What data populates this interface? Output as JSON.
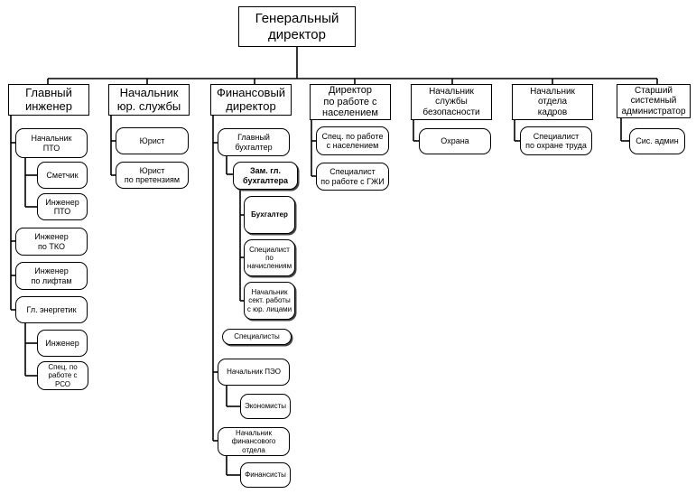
{
  "nodes": {
    "general_director": "Генеральный\nдиректор",
    "chief_engineer": "Главный\nинженер",
    "head_legal": "Начальник\nюр. службы",
    "financial_director": "Финансовый\nдиректор",
    "director_residents": "Директор\nпо работе с\nнаселением",
    "head_security": "Начальник\nслужбы\nбезопасности",
    "head_hr": "Начальник\nотдела\nкадров",
    "senior_sysadmin": "Старший\nсистемный\nадминистратор",
    "head_pto": "Начальник\nПТО",
    "estimator": "Сметчик",
    "engineer_pto": "Инженер\nПТО",
    "engineer_tko": "Инженер\nпо ТКО",
    "engineer_lifts": "Инженер\nпо лифтам",
    "chief_power": "Гл. энергетик",
    "engineer": "Инженер",
    "spec_rso": "Спец. по\nработе с РСО",
    "lawyer": "Юрист",
    "lawyer_claims": "Юрист\nпо претензиям",
    "chief_accountant": "Главный\nбухгалтер",
    "deputy_chief_acc": "Зам. гл.\nбухгалтера",
    "accountant": "Бухгалтер",
    "spec_accruals": "Специалист\nпо\nначислениям",
    "head_legal_entities": "Начальник\nсект. работы\nс юр. лицами",
    "specialists": "Специалисты",
    "head_peo": "Начальник ПЭО",
    "economists": "Экономисты",
    "head_fin_dept": "Начальник\nфинансового\nотдела",
    "financiers": "Финансисты",
    "spec_residents": "Спец. по работе\nс населением",
    "spec_gzhi": "Специалист\nпо работе с ГЖИ",
    "guard": "Охрана",
    "spec_labor": "Специалист\nпо охране труда",
    "sysadmin": "Сис. админ"
  }
}
